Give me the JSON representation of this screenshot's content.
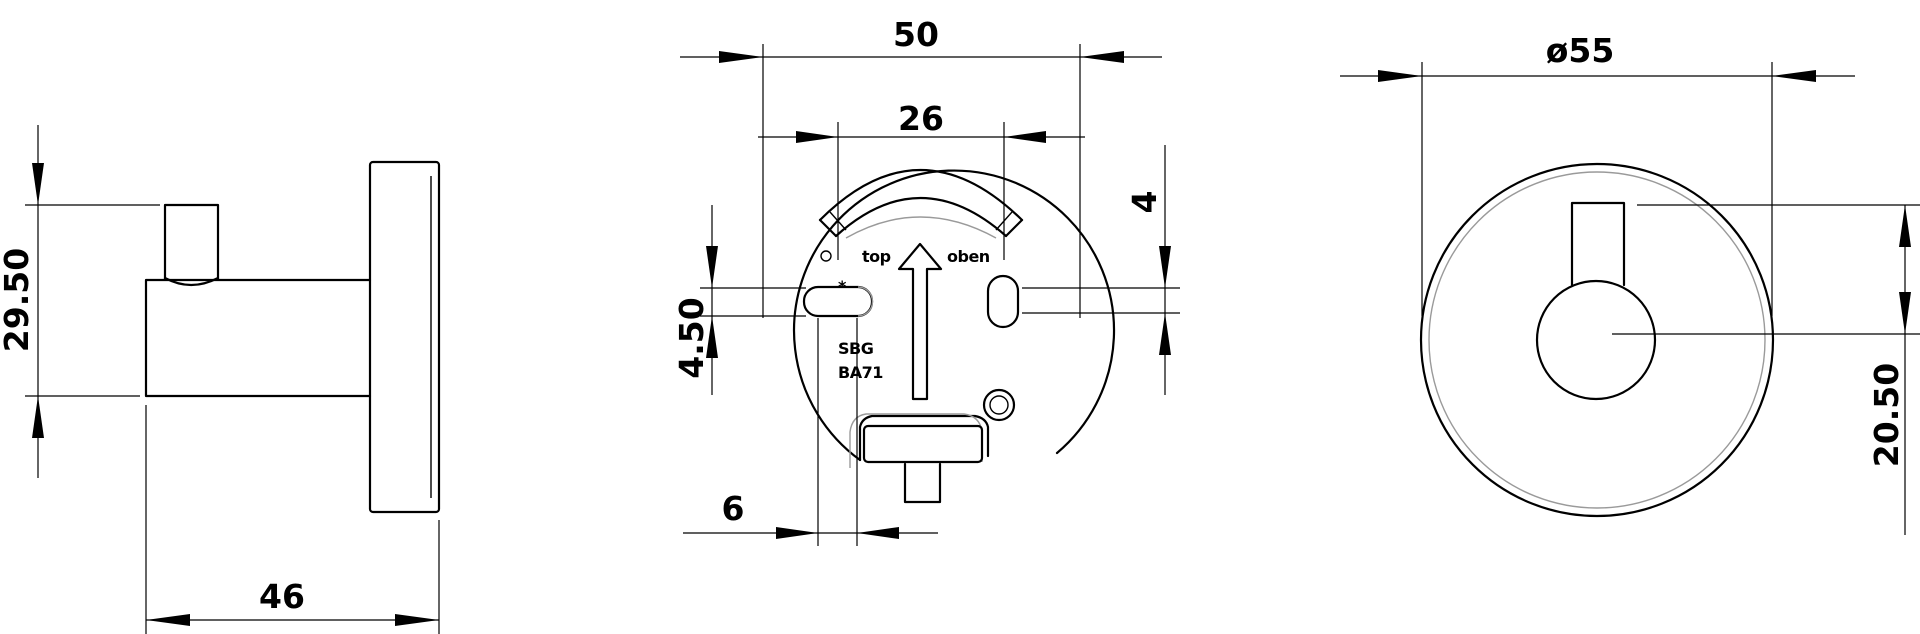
{
  "drawing": {
    "side_view": {
      "dim_height": "29.50",
      "dim_depth": "46"
    },
    "back_view": {
      "dim_width": "50",
      "dim_hole_spacing": "26",
      "dim_slot_height": "4",
      "dim_slot_offset": "4.50",
      "dim_edge_offset": "6",
      "label_top": "top",
      "label_oben": "oben",
      "label_code_1": "SBG",
      "label_code_2": "BA71"
    },
    "front_view": {
      "dim_diameter": "ø55",
      "dim_hook_height": "20.50"
    }
  }
}
